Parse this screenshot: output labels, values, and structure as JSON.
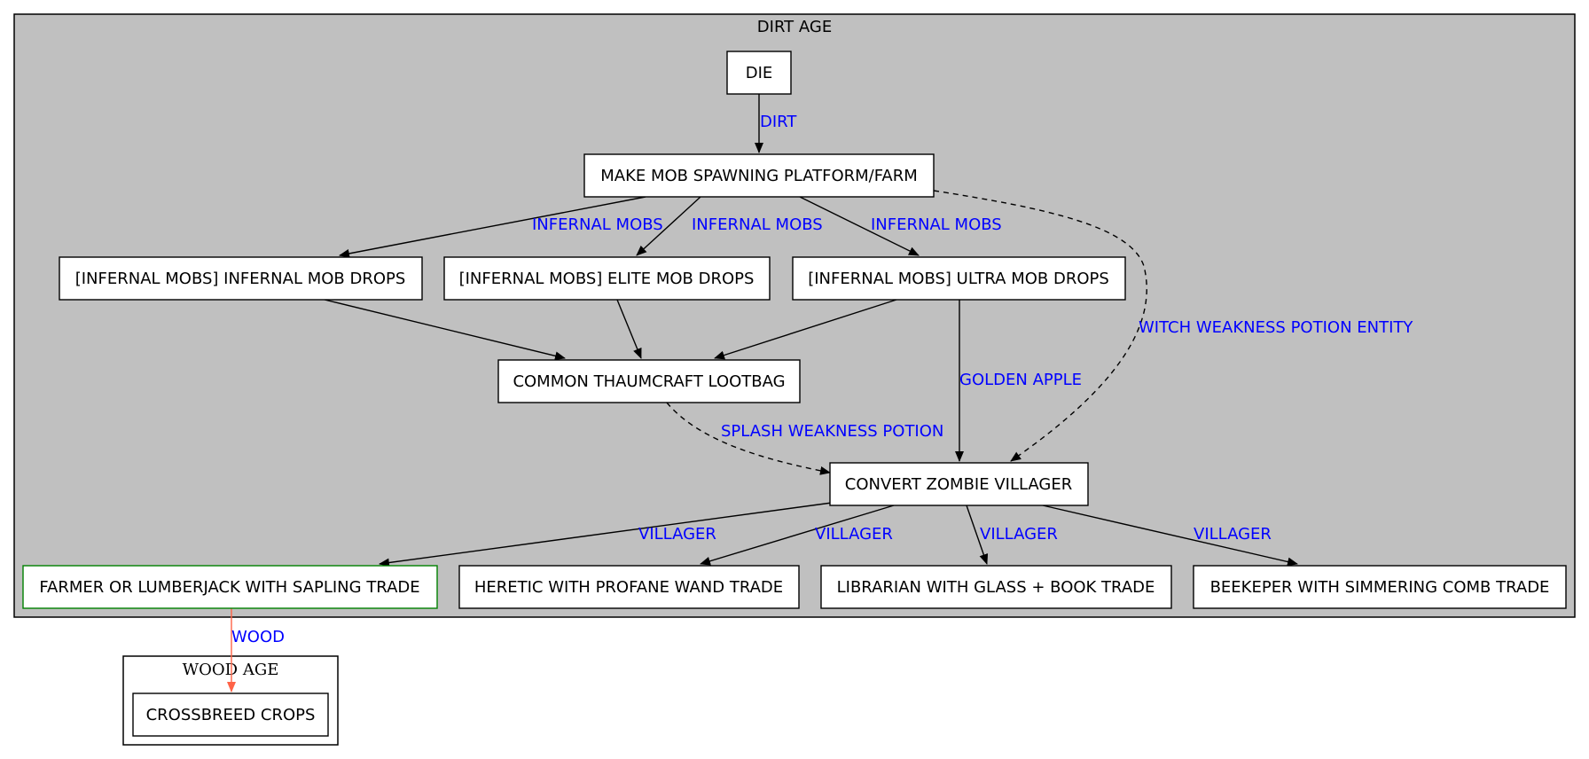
{
  "clusters": {
    "dirt_age": {
      "label": "DIRT AGE",
      "fill": "#c0c0c0"
    },
    "wood_age": {
      "label": "WOOD AGE",
      "fill": "#ffffff"
    }
  },
  "nodes": {
    "die": "DIE",
    "make_mob_spawning": "MAKE MOB SPAWNING PLATFORM/FARM",
    "infernal_mob_drops": "[INFERNAL MOBS] INFERNAL MOB DROPS",
    "elite_mob_drops": "[INFERNAL MOBS] ELITE MOB DROPS",
    "ultra_mob_drops": "[INFERNAL MOBS] ULTRA MOB DROPS",
    "common_lootbag": "COMMON THAUMCRAFT LOOTBAG",
    "convert_zombie": "CONVERT ZOMBIE VILLAGER",
    "farmer": "FARMER OR LUMBERJACK WITH SAPLING TRADE",
    "heretic": "HERETIC WITH PROFANE WAND TRADE",
    "librarian": "LIBRARIAN WITH GLASS + BOOK TRADE",
    "beekeper": "BEEKEPER WITH SIMMERING COMB TRADE",
    "crossbreed": "CROSSBREED CROPS"
  },
  "edges": {
    "die_to_make": "DIRT",
    "make_to_infernal": "INFERNAL MOBS",
    "make_to_elite": "INFERNAL MOBS",
    "make_to_ultra": "INFERNAL MOBS",
    "make_to_convert": "WITCH WEAKNESS POTION ENTITY",
    "ultra_to_convert": "GOLDEN APPLE",
    "lootbag_to_convert": "SPLASH WEAKNESS POTION",
    "convert_to_farmer": "VILLAGER",
    "convert_to_heretic": "VILLAGER",
    "convert_to_librarian": "VILLAGER",
    "convert_to_beekeper": "VILLAGER",
    "farmer_to_crossbreed": "WOOD"
  },
  "colors": {
    "edge_label": "#0000ff",
    "farmer_border": "#008000",
    "wood_edge": "#ff6347"
  }
}
